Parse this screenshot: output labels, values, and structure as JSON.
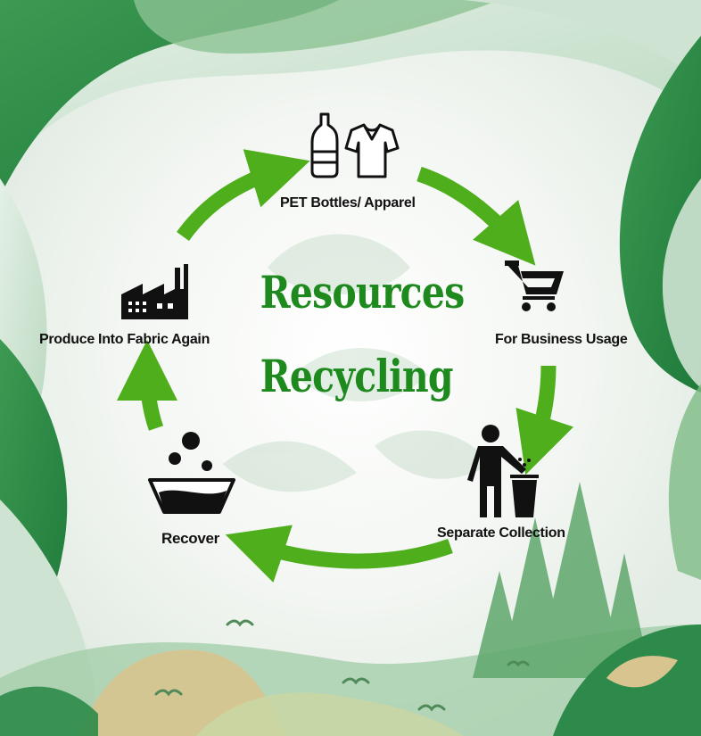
{
  "title": {
    "line1": "Resources",
    "line2": "Recycling"
  },
  "steps": [
    {
      "id": "pet",
      "label": "PET Bottles/ Apparel",
      "icon": "bottle-and-shirt-icon"
    },
    {
      "id": "business",
      "label": "For Business Usage",
      "icon": "shopping-cart-icon"
    },
    {
      "id": "separate",
      "label": "Separate Collection",
      "icon": "person-trash-bin-icon"
    },
    {
      "id": "recover",
      "label": "Recover",
      "icon": "basin-icon"
    },
    {
      "id": "fabric",
      "label": "Produce Into Fabric Again",
      "icon": "factory-icon"
    }
  ],
  "colors": {
    "title": "#1e8a1e",
    "arrow": "#4fae1c",
    "dark_green": "#2f8a45",
    "mid_green": "#7dbb84",
    "pale_green": "#dcece0",
    "icon": "#111111"
  }
}
